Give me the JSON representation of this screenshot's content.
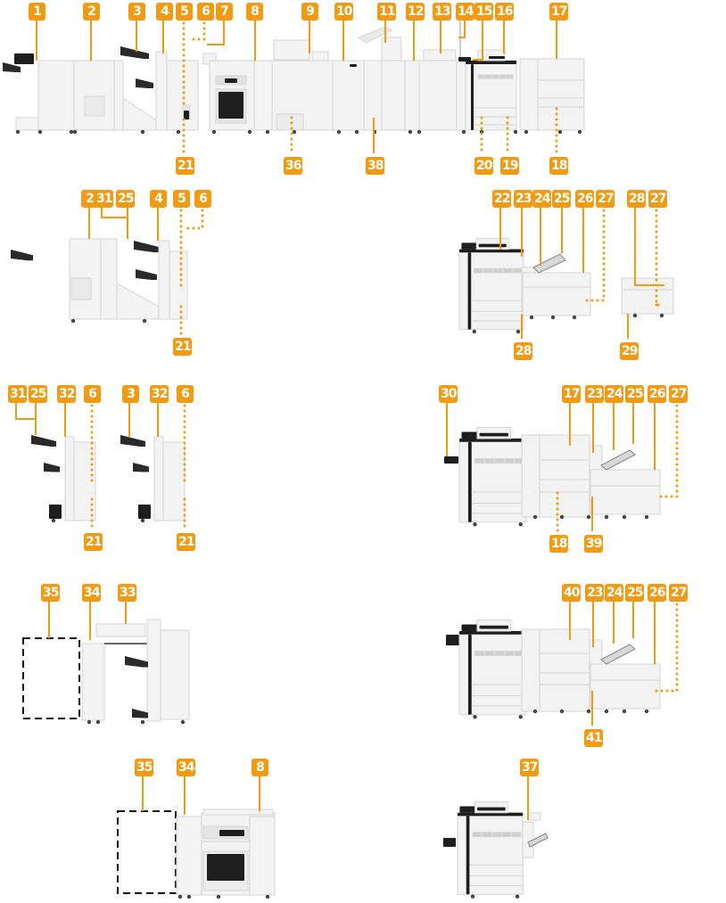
{
  "colors": {
    "badge": "#f29a12",
    "leader": "#f29a12",
    "body": "#f3f3f3",
    "edge": "#d6d6d6",
    "dark": "#1e1e1e"
  },
  "configurations": [
    {
      "id": "full-system",
      "labels": [
        "1",
        "2",
        "3",
        "4",
        "5",
        "6",
        "7",
        "8",
        "9",
        "10",
        "11",
        "12",
        "13",
        "14",
        "15",
        "16",
        "17",
        "18",
        "19",
        "20",
        "21",
        "36",
        "38"
      ]
    },
    {
      "id": "booklet-finisher-stacker",
      "labels": [
        "2",
        "31",
        "25",
        "4",
        "5",
        "6",
        "21"
      ]
    },
    {
      "id": "main-with-pod-deck",
      "labels": [
        "22",
        "23",
        "24",
        "25",
        "26",
        "27",
        "28"
      ]
    },
    {
      "id": "pod-deck-standalone",
      "labels": [
        "28",
        "27",
        "29"
      ]
    },
    {
      "id": "staple-finisher-a",
      "labels": [
        "31",
        "25",
        "32",
        "6",
        "21"
      ]
    },
    {
      "id": "staple-finisher-b",
      "labels": [
        "3",
        "32",
        "6",
        "21"
      ]
    },
    {
      "id": "main-with-paper-deck-a",
      "labels": [
        "30",
        "17",
        "23",
        "24",
        "25",
        "26",
        "27",
        "18",
        "39"
      ]
    },
    {
      "id": "inserter-with-space",
      "labels": [
        "35",
        "34",
        "33"
      ]
    },
    {
      "id": "main-with-paper-deck-b",
      "labels": [
        "40",
        "23",
        "24",
        "25",
        "26",
        "27",
        "41"
      ]
    },
    {
      "id": "stacker-with-space",
      "labels": [
        "35",
        "34",
        "8"
      ]
    },
    {
      "id": "main-with-side-unit",
      "labels": [
        "37"
      ]
    }
  ]
}
